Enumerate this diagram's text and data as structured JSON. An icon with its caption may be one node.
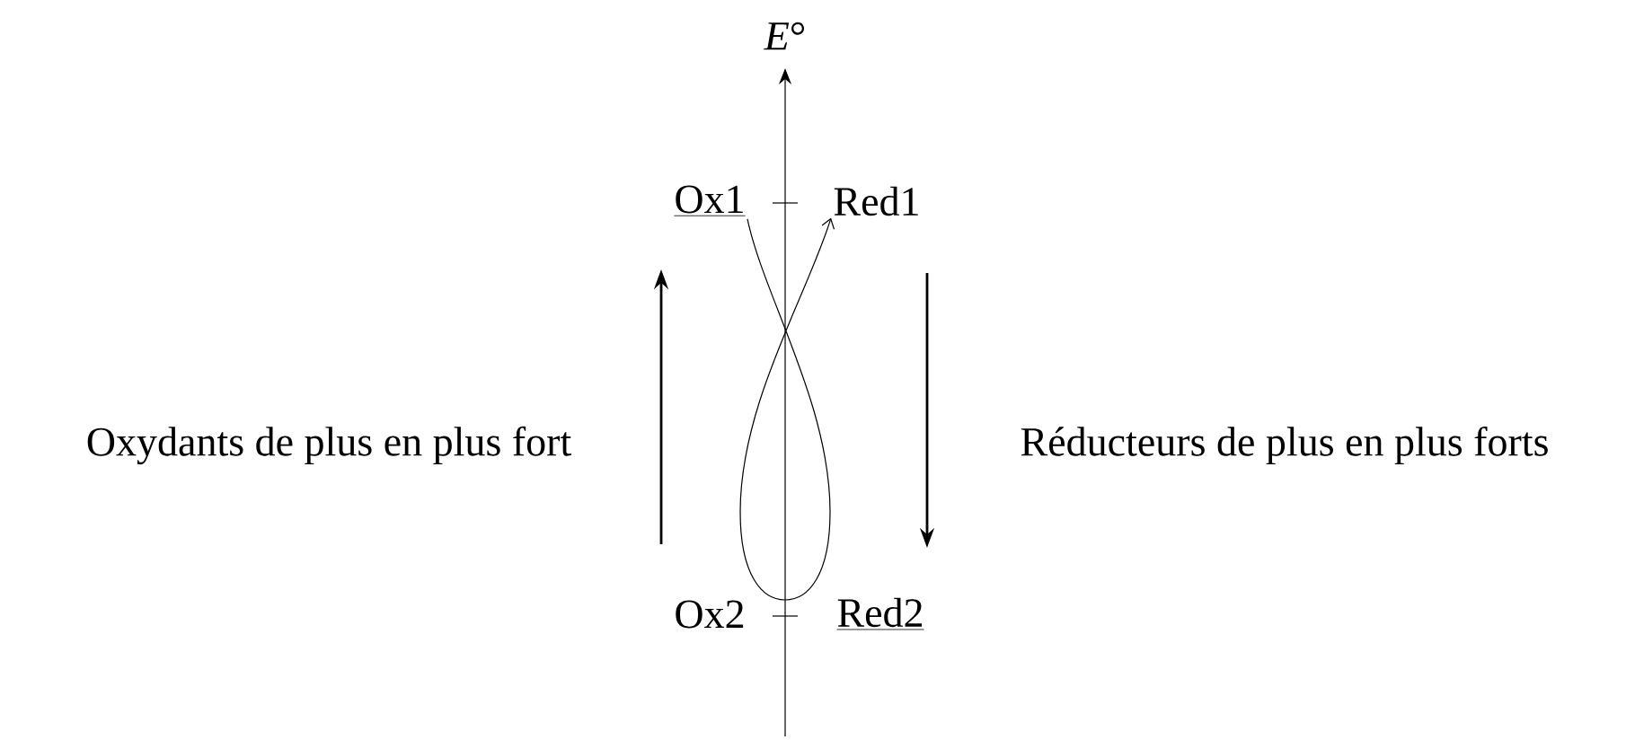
{
  "diagram": {
    "nodes": [
      {
        "text": [
          "Ox1"
        ]
      },
      {
        "text": [
          "Red1"
        ]
      },
      {
        "text": [
          "Ox2"
        ]
      },
      {
        "text": [
          "Red2"
        ]
      }
    ],
    "edges": [
      {
        "from": 0,
        "to": 1,
        "arrow": "to"
      }
    ],
    "labels": [
      "*E*°",
      "Oxydants de plus en plus fort",
      "Réducteurs de plus en plus forts"
    ]
  }
}
